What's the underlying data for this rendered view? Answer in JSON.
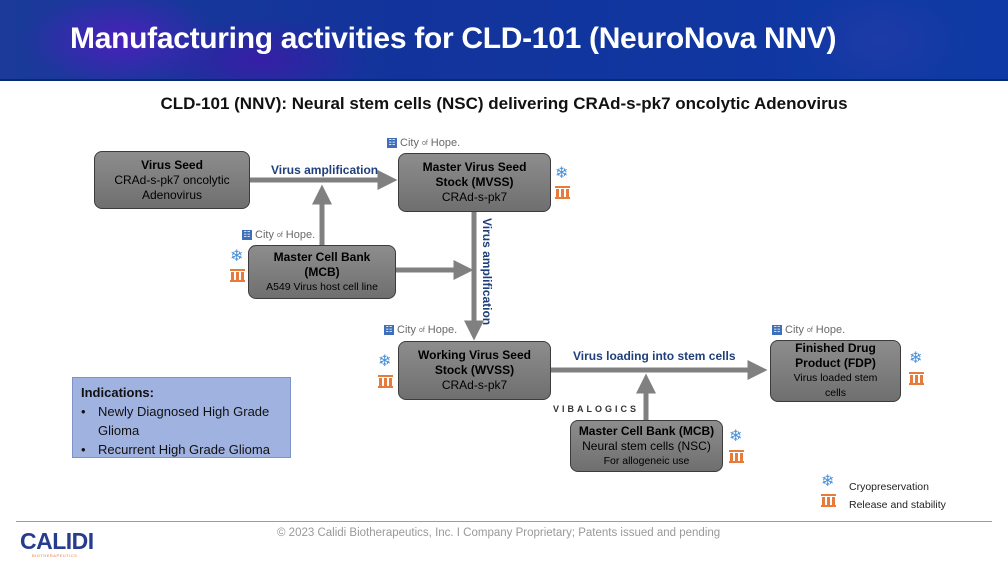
{
  "header": {
    "title": "Manufacturing activities for CLD-101 (NeuroNova NNV)"
  },
  "subtitle": "CLD-101 (NNV): Neural stem cells (NSC) delivering CRAd-s-pk7 oncolytic Adenovirus",
  "nodes": {
    "virus_seed": {
      "title": "Virus Seed",
      "lines": [
        "CRAd-s-pk7 oncolytic",
        "Adenovirus"
      ]
    },
    "mvss": {
      "title1": "Master Virus Seed",
      "title2": "Stock (MVSS)",
      "line": "CRAd-s-pk7"
    },
    "mcb_a549": {
      "title1": "Master Cell Bank",
      "title2": "(MCB)",
      "line": "A549 Virus host cell line"
    },
    "wvss": {
      "title1": "Working Virus Seed",
      "title2": "Stock (WVSS)",
      "line": "CRAd-s-pk7"
    },
    "mcb_nsc": {
      "title": "Master Cell Bank (MCB)",
      "line1": "Neural stem cells (NSC)",
      "line2": "For allogeneic use"
    },
    "fdp": {
      "title1": "Finished Drug",
      "title2": "Product (FDP)",
      "line1": "Virus loaded stem",
      "line2": "cells"
    }
  },
  "edges": {
    "amplification_top": "Virus amplification",
    "amplification_vertical": "Virus amplification",
    "loading": "Virus loading into stem cells"
  },
  "partners": {
    "city_of_hope": {
      "city": "City",
      "of": "of",
      "hope": "Hope."
    },
    "vibalogics": "VIBALOGICS"
  },
  "indications": {
    "heading": "Indications:",
    "items": [
      "Newly Diagnosed High Grade Glioma",
      "Recurrent High Grade Glioma"
    ]
  },
  "legend": {
    "cryo": "Cryopreservation",
    "release": "Release and stability"
  },
  "footer": {
    "copyright": "© 2023 Calidi Biotherapeutics, Inc. I  Company Proprietary; Patents issued and pending",
    "logo_name": "CALIDI",
    "logo_tag": "BIOTHERAPEUTICS"
  },
  "colors": {
    "accent_blue": "#1f3f7a",
    "box_gray": "#7f7f7f",
    "cryo_icon": "#4a90d6",
    "release_icon": "#e77b3c"
  }
}
